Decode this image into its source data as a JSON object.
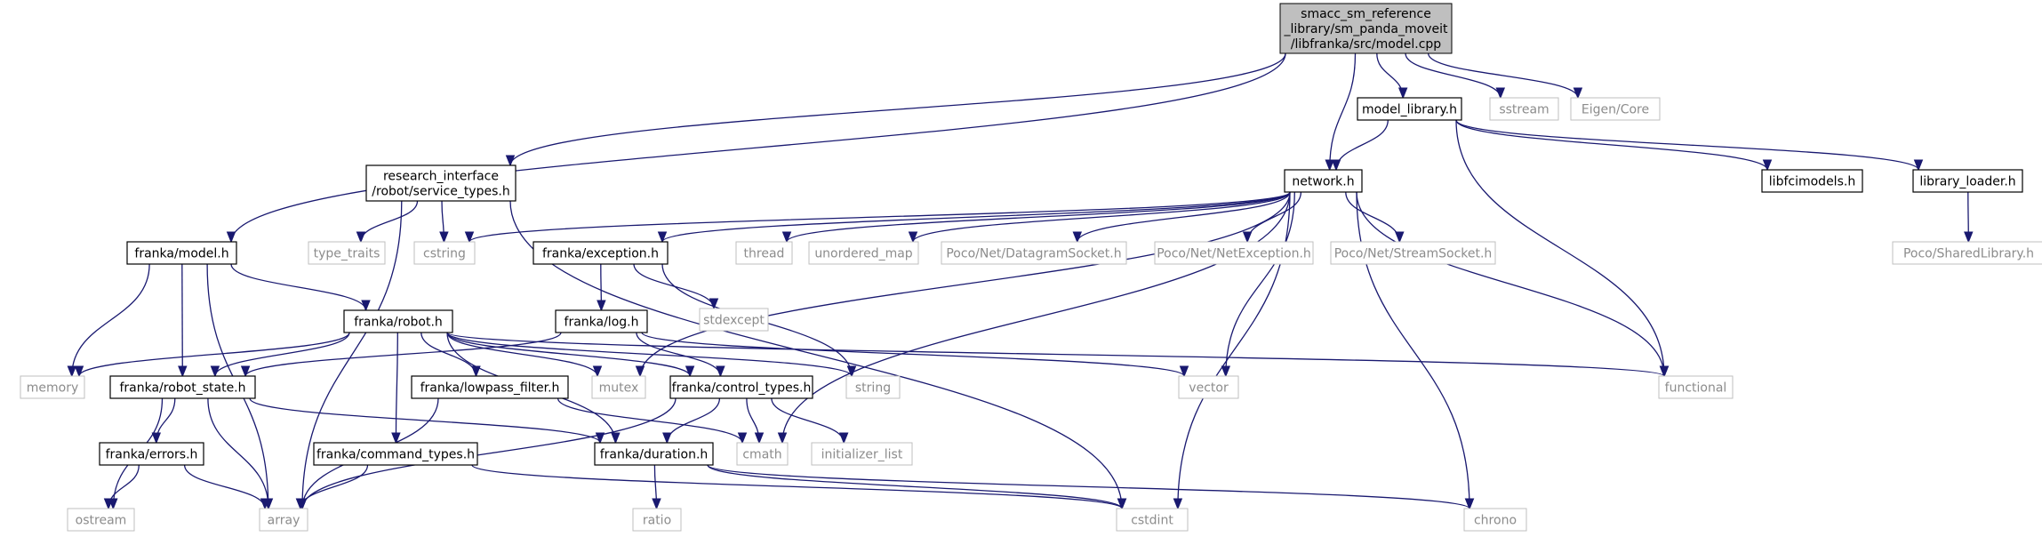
{
  "colors": {
    "edge": "#191970",
    "root_fill": "#bfbfbf",
    "documented_border": "#000000",
    "external_border": "#bfbfbf",
    "external_text": "#8c8c8c"
  },
  "nodes": [
    {
      "id": "root",
      "kind": "root",
      "lines": [
        "smacc_sm_reference",
        "_library/sm_panda_moveit",
        "/libfranka/src/model.cpp"
      ]
    },
    {
      "id": "model_library_h",
      "kind": "doc",
      "lines": [
        "model_library.h"
      ]
    },
    {
      "id": "sstream",
      "kind": "ext",
      "lines": [
        "sstream"
      ]
    },
    {
      "id": "eigen_core",
      "kind": "ext",
      "lines": [
        "Eigen/Core"
      ]
    },
    {
      "id": "research_interface",
      "kind": "doc",
      "lines": [
        "research_interface",
        "/robot/service_types.h"
      ]
    },
    {
      "id": "network_h",
      "kind": "doc",
      "lines": [
        "network.h"
      ]
    },
    {
      "id": "libfcimodels_h",
      "kind": "doc",
      "lines": [
        "libfcimodels.h"
      ]
    },
    {
      "id": "library_loader_h",
      "kind": "doc",
      "lines": [
        "library_loader.h"
      ]
    },
    {
      "id": "franka_model_h",
      "kind": "doc",
      "lines": [
        "franka/model.h"
      ]
    },
    {
      "id": "type_traits",
      "kind": "ext",
      "lines": [
        "type_traits"
      ]
    },
    {
      "id": "cstring",
      "kind": "ext",
      "lines": [
        "cstring"
      ]
    },
    {
      "id": "franka_exception_h",
      "kind": "doc",
      "lines": [
        "franka/exception.h"
      ]
    },
    {
      "id": "thread",
      "kind": "ext",
      "lines": [
        "thread"
      ]
    },
    {
      "id": "unordered_map",
      "kind": "ext",
      "lines": [
        "unordered_map"
      ]
    },
    {
      "id": "poco_datagram",
      "kind": "ext",
      "lines": [
        "Poco/Net/DatagramSocket.h"
      ]
    },
    {
      "id": "poco_netexception",
      "kind": "ext",
      "lines": [
        "Poco/Net/NetException.h"
      ]
    },
    {
      "id": "poco_stream",
      "kind": "ext",
      "lines": [
        "Poco/Net/StreamSocket.h"
      ]
    },
    {
      "id": "poco_sharedlib",
      "kind": "ext",
      "lines": [
        "Poco/SharedLibrary.h"
      ]
    },
    {
      "id": "stdexcept",
      "kind": "ext",
      "lines": [
        "stdexcept"
      ]
    },
    {
      "id": "franka_robot_h",
      "kind": "doc",
      "lines": [
        "franka/robot.h"
      ]
    },
    {
      "id": "franka_log_h",
      "kind": "doc",
      "lines": [
        "franka/log.h"
      ]
    },
    {
      "id": "memory",
      "kind": "ext",
      "lines": [
        "memory"
      ]
    },
    {
      "id": "franka_robot_state_h",
      "kind": "doc",
      "lines": [
        "franka/robot_state.h"
      ]
    },
    {
      "id": "franka_lowpass_h",
      "kind": "doc",
      "lines": [
        "franka/lowpass_filter.h"
      ]
    },
    {
      "id": "mutex",
      "kind": "ext",
      "lines": [
        "mutex"
      ]
    },
    {
      "id": "franka_control_types_h",
      "kind": "doc",
      "lines": [
        "franka/control_types.h"
      ]
    },
    {
      "id": "string",
      "kind": "ext",
      "lines": [
        "string"
      ]
    },
    {
      "id": "vector",
      "kind": "ext",
      "lines": [
        "vector"
      ]
    },
    {
      "id": "functional",
      "kind": "ext",
      "lines": [
        "functional"
      ]
    },
    {
      "id": "franka_errors_h",
      "kind": "doc",
      "lines": [
        "franka/errors.h"
      ]
    },
    {
      "id": "franka_command_types_h",
      "kind": "doc",
      "lines": [
        "franka/command_types.h"
      ]
    },
    {
      "id": "franka_duration_h",
      "kind": "doc",
      "lines": [
        "franka/duration.h"
      ]
    },
    {
      "id": "cmath",
      "kind": "ext",
      "lines": [
        "cmath"
      ]
    },
    {
      "id": "initializer_list",
      "kind": "ext",
      "lines": [
        "initializer_list"
      ]
    },
    {
      "id": "ostream",
      "kind": "ext",
      "lines": [
        "ostream"
      ]
    },
    {
      "id": "array",
      "kind": "ext",
      "lines": [
        "array"
      ]
    },
    {
      "id": "ratio",
      "kind": "ext",
      "lines": [
        "ratio"
      ]
    },
    {
      "id": "cstdint",
      "kind": "ext",
      "lines": [
        "cstdint"
      ]
    },
    {
      "id": "chrono",
      "kind": "ext",
      "lines": [
        "chrono"
      ]
    }
  ],
  "edges": [
    [
      "root",
      "model_library_h"
    ],
    [
      "root",
      "sstream"
    ],
    [
      "root",
      "eigen_core"
    ],
    [
      "root",
      "research_interface"
    ],
    [
      "root",
      "network_h"
    ],
    [
      "root",
      "franka_model_h"
    ],
    [
      "model_library_h",
      "network_h"
    ],
    [
      "model_library_h",
      "libfcimodels_h"
    ],
    [
      "model_library_h",
      "library_loader_h"
    ],
    [
      "model_library_h",
      "functional"
    ],
    [
      "library_loader_h",
      "poco_sharedlib"
    ],
    [
      "research_interface",
      "type_traits"
    ],
    [
      "research_interface",
      "cstring"
    ],
    [
      "research_interface",
      "array"
    ],
    [
      "research_interface",
      "cstdint"
    ],
    [
      "network_h",
      "cstring"
    ],
    [
      "network_h",
      "franka_exception_h"
    ],
    [
      "network_h",
      "thread"
    ],
    [
      "network_h",
      "unordered_map"
    ],
    [
      "network_h",
      "poco_datagram"
    ],
    [
      "network_h",
      "poco_netexception"
    ],
    [
      "network_h",
      "poco_stream"
    ],
    [
      "network_h",
      "mutex"
    ],
    [
      "network_h",
      "vector"
    ],
    [
      "network_h",
      "functional"
    ],
    [
      "network_h",
      "cmath"
    ],
    [
      "network_h",
      "cstdint"
    ],
    [
      "network_h",
      "chrono"
    ],
    [
      "franka_exception_h",
      "franka_log_h"
    ],
    [
      "franka_exception_h",
      "stdexcept"
    ],
    [
      "franka_exception_h",
      "string"
    ],
    [
      "franka_model_h",
      "franka_robot_h"
    ],
    [
      "franka_model_h",
      "memory"
    ],
    [
      "franka_model_h",
      "franka_robot_state_h"
    ],
    [
      "franka_model_h",
      "array"
    ],
    [
      "franka_robot_h",
      "memory"
    ],
    [
      "franka_robot_h",
      "franka_robot_state_h"
    ],
    [
      "franka_robot_h",
      "franka_lowpass_h"
    ],
    [
      "franka_robot_h",
      "mutex"
    ],
    [
      "franka_robot_h",
      "franka_control_types_h"
    ],
    [
      "franka_robot_h",
      "string"
    ],
    [
      "franka_robot_h",
      "functional"
    ],
    [
      "franka_robot_h",
      "franka_command_types_h"
    ],
    [
      "franka_robot_h",
      "franka_duration_h"
    ],
    [
      "franka_log_h",
      "franka_robot_state_h"
    ],
    [
      "franka_log_h",
      "franka_control_types_h"
    ],
    [
      "franka_log_h",
      "vector"
    ],
    [
      "franka_robot_state_h",
      "franka_errors_h"
    ],
    [
      "franka_robot_state_h",
      "ostream"
    ],
    [
      "franka_robot_state_h",
      "array"
    ],
    [
      "franka_robot_state_h",
      "franka_duration_h"
    ],
    [
      "franka_lowpass_h",
      "cmath"
    ],
    [
      "franka_lowpass_h",
      "array"
    ],
    [
      "franka_control_types_h",
      "cmath"
    ],
    [
      "franka_control_types_h",
      "initializer_list"
    ],
    [
      "franka_control_types_h",
      "array"
    ],
    [
      "franka_control_types_h",
      "franka_duration_h"
    ],
    [
      "franka_errors_h",
      "ostream"
    ],
    [
      "franka_errors_h",
      "array"
    ],
    [
      "franka_command_types_h",
      "array"
    ],
    [
      "franka_command_types_h",
      "cstdint"
    ],
    [
      "franka_duration_h",
      "ratio"
    ],
    [
      "franka_duration_h",
      "cstdint"
    ],
    [
      "franka_duration_h",
      "chrono"
    ]
  ]
}
